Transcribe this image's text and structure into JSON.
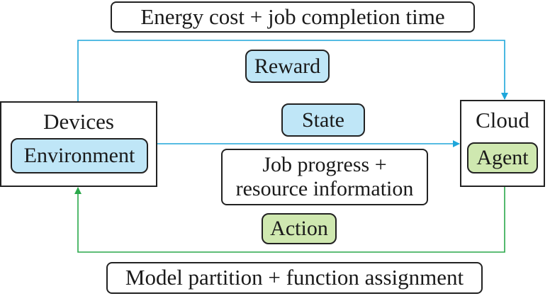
{
  "top_note": "Energy cost + job completion time",
  "bottom_note": "Model partition + function assignment",
  "middle_note": [
    "Job progress +",
    "resource information"
  ],
  "devices": {
    "label": "Devices",
    "role": "Environment"
  },
  "cloud": {
    "label": "Cloud",
    "role": "Agent"
  },
  "signals": {
    "reward": "Reward",
    "state": "State",
    "action": "Action"
  },
  "colors": {
    "reward_state_arrow": "#1ea6da",
    "action_arrow": "#2aa84a",
    "blue_fill": "#bfe6f7",
    "green_fill": "#cfe8b0"
  }
}
